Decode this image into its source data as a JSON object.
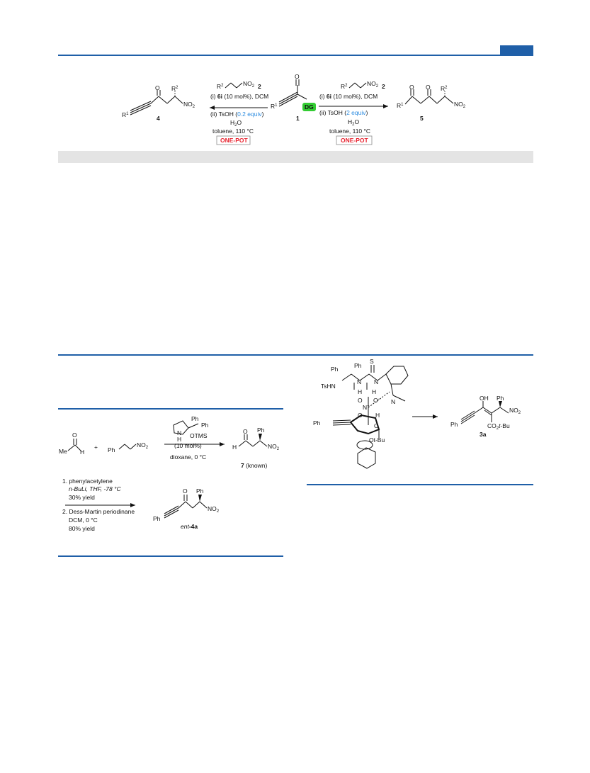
{
  "scheme_top": {
    "left_conditions": {
      "reagent_label": "R2∕NO2",
      "reagent_number": "2",
      "cat_line_prefix": "(i) ",
      "catalyst": "6i",
      "cat_line_suffix": " (10 mol%), DCM",
      "acid_prefix": "(ii) TsOH (",
      "acid_amount": "0.2 equiv",
      "acid_suffix": ")",
      "water": "H2O",
      "solvent": "toluene, 110 °C",
      "tag": "ONE-POT"
    },
    "right_conditions": {
      "reagent_number": "2",
      "cat_line_prefix": "(i) ",
      "catalyst": "6i",
      "cat_line_suffix": " (10 mol%), DCM",
      "acid_prefix": "(ii) TsOH (",
      "acid_amount": "2 equiv",
      "acid_suffix": ")",
      "water": "H2O",
      "solvent": "toluene, 110 °C",
      "tag": "ONE-POT"
    },
    "compounds": {
      "left": "4",
      "center": "1",
      "right": "5"
    },
    "dg_badge": "DG",
    "accent_color": "#1f5fa8",
    "dg_color": "#33cc33"
  },
  "scheme_left": {
    "acetaldehyde": "Me",
    "plus": "+",
    "catalyst_subs": [
      "Ph",
      "Ph",
      "OTMS"
    ],
    "catalyst_nh": "N\nH",
    "loading": "(10 mol%)",
    "conditions": "dioxane, 0 °C",
    "product_label": "7",
    "product_note": " (known)",
    "steps": [
      "1. phenylacetylene",
      "n-BuLi, THF, -78 °C",
      "30% yield",
      "2. Dess-Martin periodinane",
      "DCM, 0 °C",
      "80% yield"
    ],
    "final_prefix": "ent",
    "final_label": "-4a"
  },
  "scheme_right": {
    "product_label": "3a",
    "ts_labels": [
      "Ph",
      "Ph",
      "TsHN",
      "S",
      "N",
      "H",
      "N",
      "H",
      "N",
      "O",
      "O",
      "H",
      "Ph",
      "Ot-Bu"
    ]
  }
}
